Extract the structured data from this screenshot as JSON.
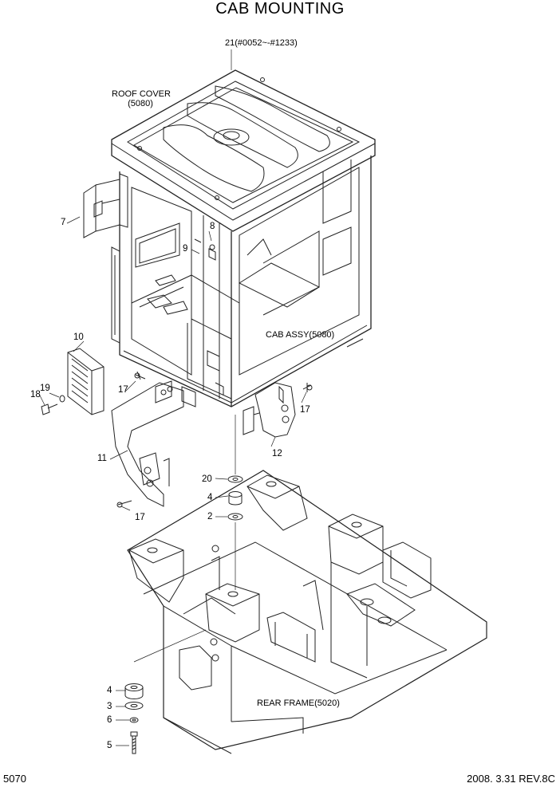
{
  "title": "CAB MOUNTING",
  "labels": {
    "roof_cover_line1": "ROOF COVER",
    "roof_cover_line2": "(5080)",
    "cab_assy": "CAB ASSY(5080)",
    "rear_frame": "REAR FRAME(5020)",
    "part21": "21(#0052~-#1233)"
  },
  "callouts": {
    "c7": "7",
    "c8": "8",
    "c9": "9",
    "c10": "10",
    "c11": "11",
    "c12": "12",
    "c17a": "17",
    "c17b": "17",
    "c17c": "17",
    "c18": "18",
    "c19": "19",
    "c20": "20",
    "c4a": "4",
    "c2": "2",
    "c4b": "4",
    "c3": "3",
    "c6": "6",
    "c5": "5"
  },
  "footer": {
    "page": "5070",
    "date_rev": "2008. 3.31  REV.8C"
  }
}
